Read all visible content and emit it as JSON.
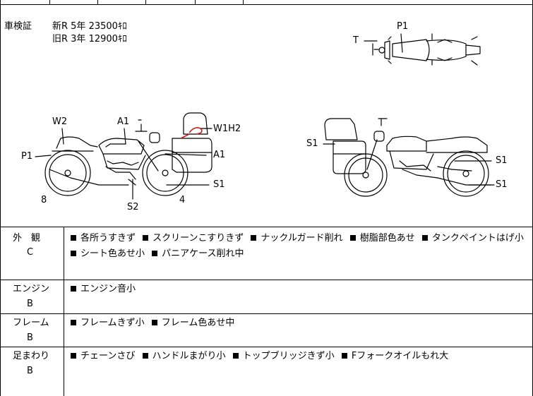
{
  "inspection": {
    "label": "車検証",
    "new_line": "新R  5年  23500ｷﾛ",
    "old_line": "旧R  3年  12900ｷﾛ"
  },
  "diagram_labels": {
    "top_p1": "P1",
    "top_t": "T",
    "left_w2": "W2",
    "left_a1_top": "A1",
    "left_w1h2": "W1H2",
    "left_p1": "P1",
    "left_a1_side": "A1",
    "left_s1": "S1",
    "left_8": "8",
    "left_s2": "S2",
    "left_4": "4",
    "right_s1_left": "S1",
    "right_s1_a": "S1",
    "right_s1_b": "S1"
  },
  "sections": [
    {
      "title": "外　観",
      "grade": "C",
      "items": [
        "各所うすきず",
        "スクリーンこすりきず",
        "ナックルガード削れ",
        "樹脂部色あせ",
        "タンクペイントはげ小",
        "シート色あせ小",
        "パニアケース削れ中"
      ]
    },
    {
      "title": "エンジン",
      "grade": "B",
      "items": [
        "エンジン音小"
      ]
    },
    {
      "title": "フレーム",
      "grade": "B",
      "items": [
        "フレームきず小",
        "フレーム色あせ中"
      ]
    },
    {
      "title": "足まわり",
      "grade": "B",
      "items": [
        "チェーンさび",
        "ハンドルまがり小",
        "トップブリッジきず小",
        "Fフォークオイルもれ大"
      ]
    }
  ],
  "colors": {
    "mark": "#cc1f1f",
    "line": "#000000"
  }
}
